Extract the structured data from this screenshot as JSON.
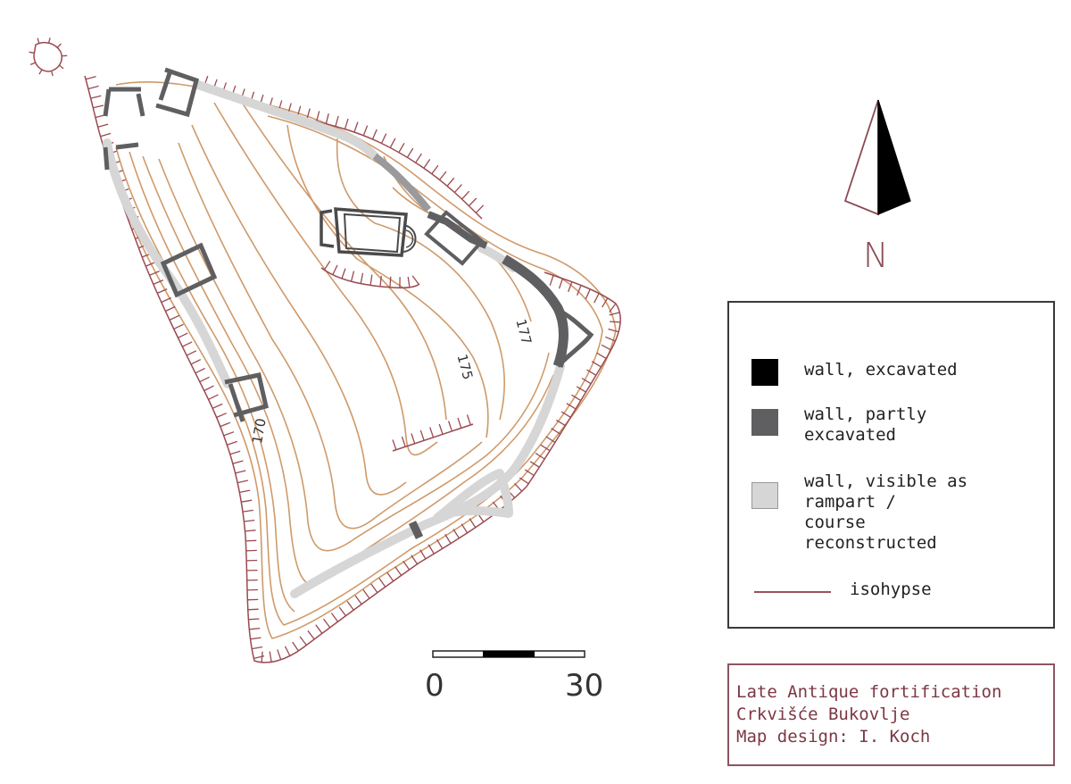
{
  "north": {
    "label": "N"
  },
  "scale": {
    "start": "0",
    "end": "30"
  },
  "contour_labels": [
    "170",
    "175",
    "177"
  ],
  "legend": {
    "items": [
      {
        "label": "wall, excavated",
        "color": "#000000"
      },
      {
        "label": "wall, partly\nexcavated",
        "color": "#5f5f61"
      },
      {
        "label": "wall, visible as\nrampart /\ncourse\nreconstructed",
        "color": "#d6d6d6"
      },
      {
        "label": "isohypse",
        "color": "#9a5258"
      }
    ]
  },
  "title_block": {
    "line1": "Late Antique fortification",
    "line2": "Crkvišće Bukovlje",
    "line3": "Map design: I. Koch"
  },
  "colors": {
    "contour": "#cf9a6a",
    "slope": "#9a4a50",
    "wall_partly": "#5f5f61",
    "wall_rampart": "#d6d6d6"
  }
}
